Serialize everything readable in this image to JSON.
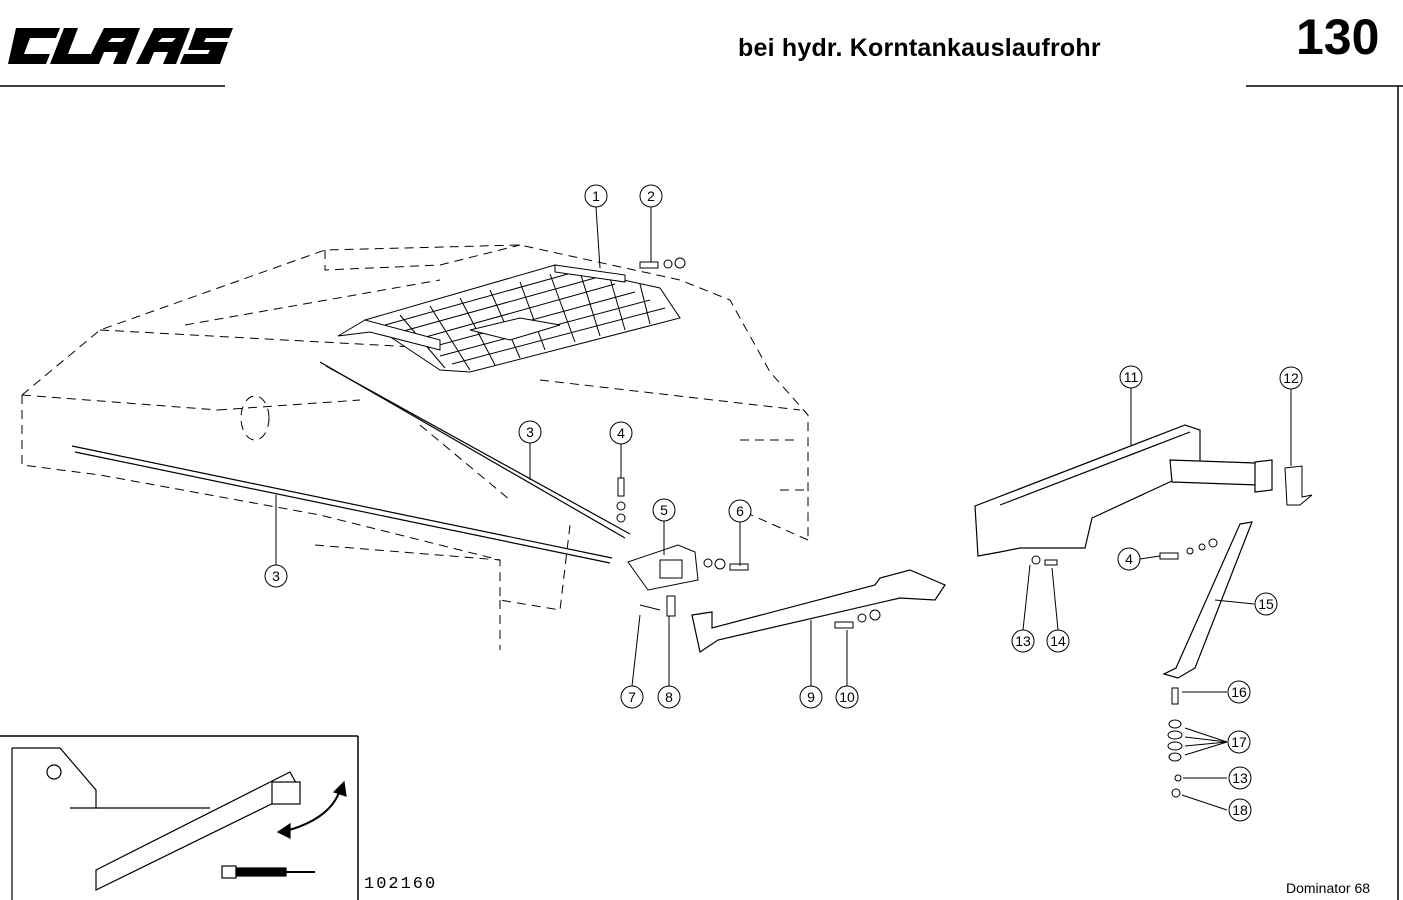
{
  "header": {
    "brand": "CLAAS",
    "title": "bei hydr. Korntankauslaufrohr",
    "page_number": "130"
  },
  "footer": {
    "drawing_number": "102160",
    "model": "Dominator 68"
  },
  "callouts": [
    "1",
    "2",
    "3",
    "3",
    "4",
    "4",
    "5",
    "6",
    "7",
    "8",
    "9",
    "10",
    "11",
    "12",
    "13",
    "13",
    "14",
    "15",
    "16",
    "17",
    "18"
  ]
}
